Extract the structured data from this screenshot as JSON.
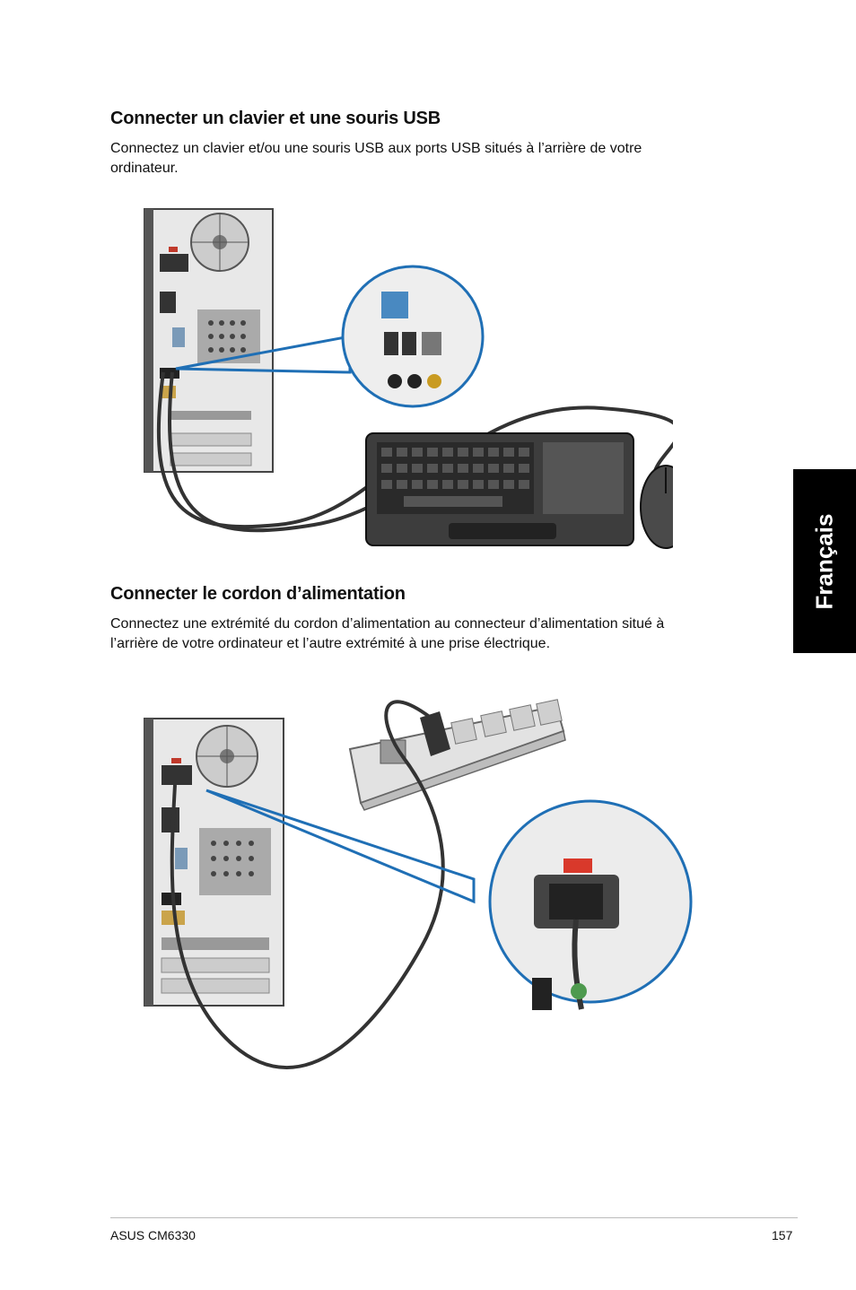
{
  "section1": {
    "heading": "Connecter un clavier et une souris USB",
    "line1": "Connectez un clavier et/ou une souris USB aux ports USB situés à l’arrière de votre",
    "line2": "ordinateur."
  },
  "section2": {
    "heading": "Connecter le cordon d’alimentation",
    "line1": "Connectez une extrémité du cordon d’alimentation au connecteur d’alimentation situé à",
    "line2": "l’arrière de votre ordinateur et l’autre extrémité à une prise électrique."
  },
  "side_tab": {
    "label": "Français"
  },
  "footer": {
    "product": "ASUS CM6330",
    "page_number": "157"
  },
  "colors": {
    "callout_blue": "#1f6fb5",
    "tab_bg": "#000000"
  }
}
